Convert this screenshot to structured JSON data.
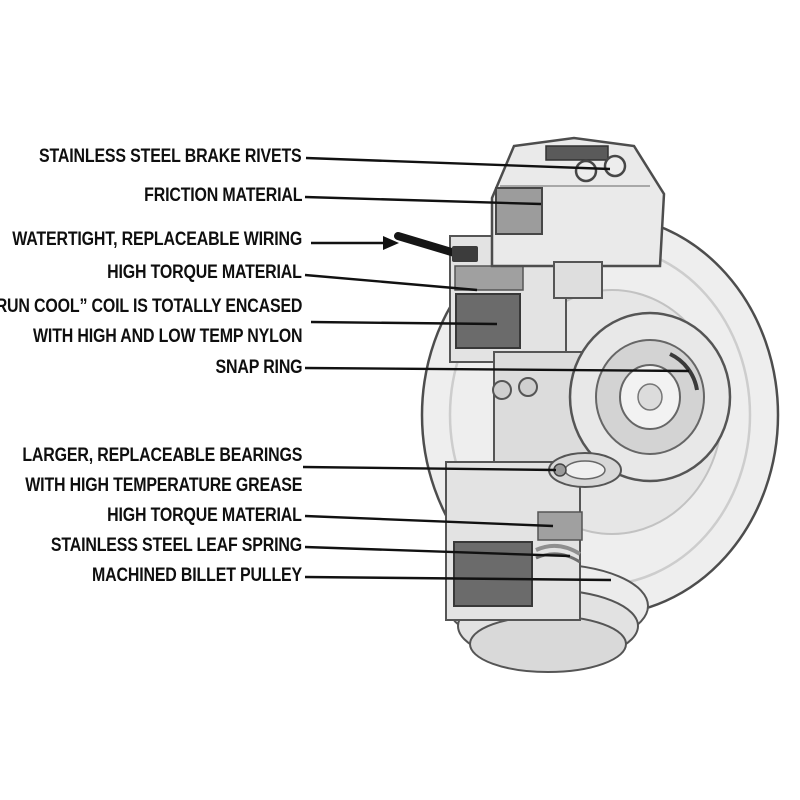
{
  "diagram": {
    "kind": "labeled-cutaway-diagram",
    "subject": "electric clutch / machined billet pulley assembly (cutaway view)",
    "callouts": [
      {
        "id": "brake-rivets",
        "lines": [
          "STAINLESS STEEL BRAKE RIVETS"
        ]
      },
      {
        "id": "friction-material",
        "lines": [
          "FRICTION MATERIAL"
        ]
      },
      {
        "id": "wiring",
        "lines": [
          "WATERTIGHT, REPLACEABLE WIRING"
        ]
      },
      {
        "id": "high-torque-upper",
        "lines": [
          "HIGH TORQUE MATERIAL"
        ]
      },
      {
        "id": "run-cool-coil",
        "lines": [
          "“RUN COOL” COIL IS TOTALLY ENCASED",
          "WITH HIGH AND LOW TEMP NYLON"
        ]
      },
      {
        "id": "snap-ring",
        "lines": [
          "SNAP RING"
        ]
      },
      {
        "id": "bearings",
        "lines": [
          "LARGER, REPLACEABLE BEARINGS",
          "WITH HIGH TEMPERATURE GREASE"
        ]
      },
      {
        "id": "high-torque-lower",
        "lines": [
          "HIGH TORQUE MATERIAL"
        ]
      },
      {
        "id": "leaf-spring",
        "lines": [
          "STAINLESS STEEL LEAF SPRING"
        ]
      },
      {
        "id": "billet-pulley",
        "lines": [
          "MACHINED BILLET PULLEY"
        ]
      }
    ],
    "colors": {
      "background": "#ffffff",
      "label_text": "#0f0f0f",
      "leader_line": "#111111",
      "outline": "#4d4d4d",
      "metal_light": "#ededed",
      "metal_mid": "#d6d6d6",
      "metal_dark": "#6b6b6b",
      "friction_gray": "#9c9c9c",
      "wire_black": "#161616"
    }
  }
}
